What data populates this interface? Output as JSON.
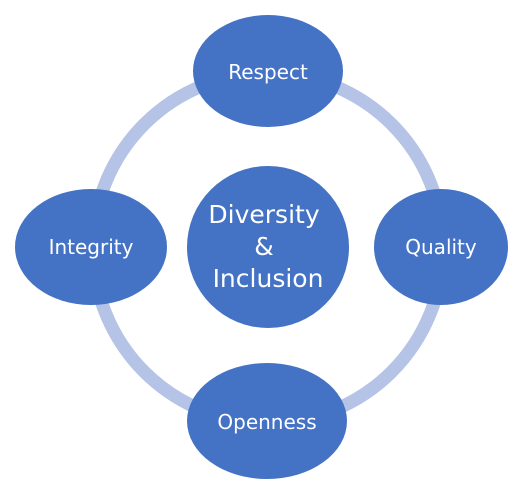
{
  "diagram": {
    "center": {
      "lines": [
        "Diversity",
        "&",
        "Inclusion"
      ]
    },
    "nodes": {
      "top": "Respect",
      "right": "Quality",
      "bottom": "Openness",
      "left": "Integrity"
    },
    "colors": {
      "node_fill": "#4472C4",
      "ring": "#B4C3E6",
      "node_text": "#FFFFFF"
    }
  }
}
